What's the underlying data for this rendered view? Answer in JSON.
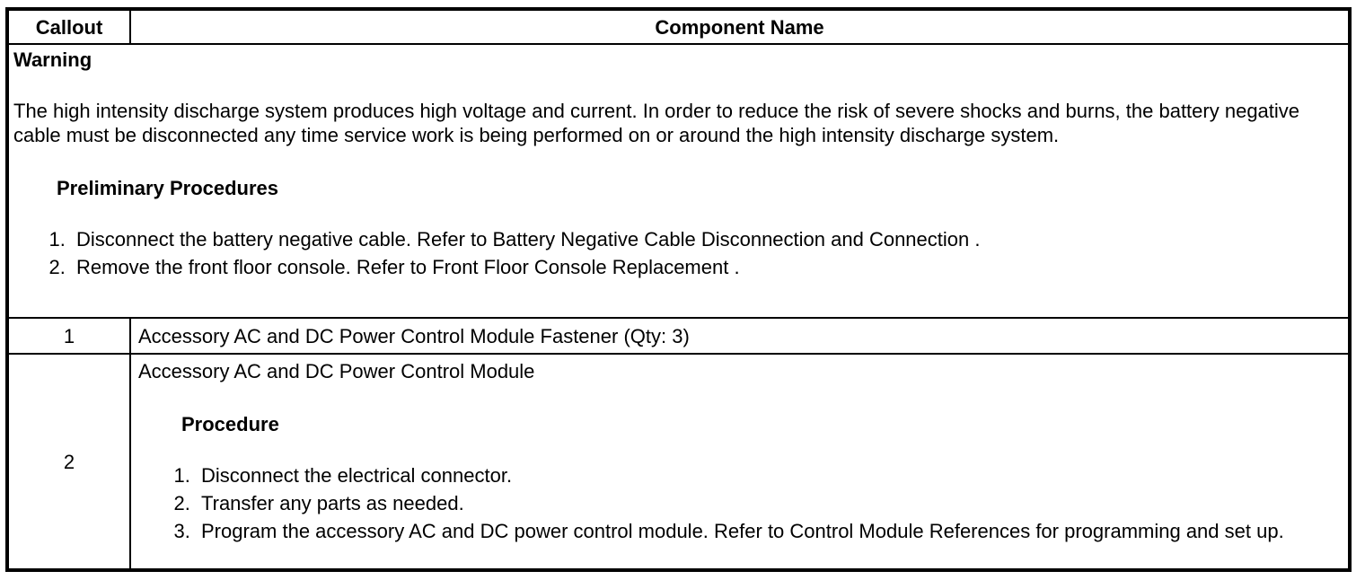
{
  "header": {
    "callout_label": "Callout",
    "component_label": "Component Name"
  },
  "warning": {
    "title": "Warning",
    "body": "The high intensity discharge system produces high voltage and current. In order to reduce the risk of severe shocks and burns, the battery negative cable must be disconnected any time service work is being performed on or around the high intensity discharge system.",
    "preliminary_heading": "Preliminary Procedures",
    "preliminary_steps": [
      "Disconnect the battery negative cable. Refer to Battery Negative Cable Disconnection and Connection .",
      "Remove the front floor console. Refer to Front Floor Console Replacement ."
    ]
  },
  "rows": [
    {
      "callout": "1",
      "component": "Accessory AC and DC Power Control Module Fastener (Qty: 3)"
    },
    {
      "callout": "2",
      "component": "Accessory AC and DC Power Control Module",
      "procedure_heading": "Procedure",
      "procedure_steps": [
        "Disconnect the electrical connector.",
        "Transfer any parts as needed.",
        "Program the accessory AC and DC power control module. Refer to Control Module References for programming and set up."
      ]
    }
  ],
  "colors": {
    "border": "#000000",
    "background": "#ffffff",
    "text": "#000000"
  }
}
